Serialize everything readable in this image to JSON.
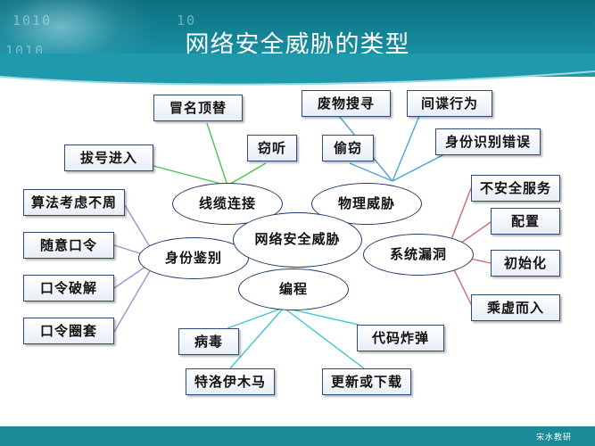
{
  "slide": {
    "title": "网络安全威胁的类型",
    "header_binary": [
      "1010",
      "1010",
      "10"
    ],
    "footer_text": "宋水教研"
  },
  "diagram": {
    "center": "网络安全威胁",
    "categories": {
      "cable": "线缆连接",
      "physical": "物理威胁",
      "identity": "身份鉴别",
      "vuln": "系统漏洞",
      "program": "编程"
    },
    "leaves": {
      "impersonation": "冒名顶替",
      "eavesdrop": "窃听",
      "dial_in": "拔号进入",
      "waste_search": "废物搜寻",
      "spy": "间谍行为",
      "theft": "偷窃",
      "id_error": "身份识别错误",
      "algo": "算法考虑不周",
      "random_pwd": "随意口令",
      "pwd_crack": "口令破解",
      "pwd_trap": "口令圈套",
      "insecure_service": "不安全服务",
      "config": "配置",
      "init": "初始化",
      "exploit": "乘虚而入",
      "virus": "病毒",
      "code_bomb": "代码炸弹",
      "trojan": "特洛伊木马",
      "update": "更新或下载"
    },
    "colors": {
      "cable": "#4ec24e",
      "physical": "#4aa3d8",
      "identity": "#9a96cc",
      "vuln": "#d06a6a",
      "program": "#3fc6d4"
    }
  }
}
